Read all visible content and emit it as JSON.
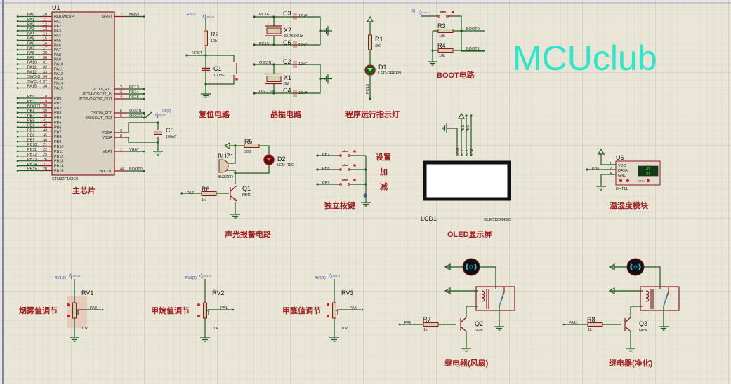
{
  "watermark": "MCUclub",
  "colors": {
    "wire": "#1f5a1f",
    "pin": "#8b1a1a",
    "title": "#a01e1e",
    "watermark": "#19e6c8",
    "grid_bg": "#e9e6d8"
  },
  "u1": {
    "ref": "U1",
    "part": "STM32F103C8",
    "title": "主芯片",
    "left_pins": [
      [
        "PA0",
        "10",
        "PA0-WKUP"
      ],
      [
        "PA1",
        "11",
        "PA1"
      ],
      [
        "PA2",
        "12",
        "PA2"
      ],
      [
        "PA3",
        "13",
        "PA3"
      ],
      [
        "PA4",
        "14",
        "PA4"
      ],
      [
        "PA5",
        "15",
        "PA5"
      ],
      [
        "PA6",
        "16",
        "PA6"
      ],
      [
        "PA7",
        "17",
        "PA7"
      ],
      [
        "PA8",
        "29",
        "PA8"
      ],
      [
        "PA9",
        "30",
        "PA9"
      ],
      [
        "PA10",
        "31",
        "PA10"
      ],
      [
        "PA11",
        "32",
        "PA11"
      ],
      [
        "PA12",
        "33",
        "PA12"
      ],
      [
        "SWDIO",
        "34",
        "PA13"
      ],
      [
        "SWCLK",
        "37",
        "PA14"
      ],
      [
        "PA15",
        "38",
        "PA15"
      ]
    ],
    "left_pins_b": [
      [
        "PB0",
        "18",
        "PB0"
      ],
      [
        "PB1",
        "19",
        "PB1"
      ],
      [
        "BOOT1",
        "20",
        "PB2"
      ],
      [
        "PB3",
        "39",
        "PB3"
      ],
      [
        "PB4",
        "40",
        "PB4"
      ],
      [
        "PB5",
        "41",
        "PB5"
      ],
      [
        "PB6",
        "42",
        "PB6"
      ],
      [
        "PB7",
        "43",
        "PB7"
      ],
      [
        "PB8",
        "45",
        "PB8"
      ],
      [
        "PB9",
        "46",
        "PB9"
      ],
      [
        "PB10",
        "21",
        "PB10"
      ],
      [
        "PB11",
        "22",
        "PB11"
      ],
      [
        "PB12",
        "25",
        "PB12"
      ],
      [
        "PB13",
        "26",
        "PB13"
      ],
      [
        "PB14",
        "27",
        "PB14"
      ],
      [
        "PB15",
        "28",
        "PB15"
      ]
    ],
    "right_pins": [
      [
        "NRST",
        "7",
        "NRST"
      ],
      [
        "PC13",
        "2",
        "PC13_RTC"
      ],
      [
        "PC14",
        "3",
        "PC14-OSC32_IN"
      ],
      [
        "PC15",
        "4",
        "PC15-OSC32_OUT"
      ],
      [
        "OSCIN",
        "5",
        "OSCIN_PD0"
      ],
      [
        "OSCOUT",
        "6",
        "OSCOUT_PD1"
      ],
      [
        "",
        "9",
        "VDDA"
      ],
      [
        "",
        "8",
        "VSSA"
      ],
      [
        "VBAT",
        "1",
        "VBAT"
      ],
      [
        "BOOT0",
        "44",
        "BOOT0"
      ]
    ],
    "c5": {
      "ref": "C5",
      "value": "100nF",
      "probe": "C5(2)"
    }
  },
  "reset": {
    "title": "复位电路",
    "probe": "R2(2)",
    "r2": "R2",
    "r2_val": "10k",
    "net": "NRST",
    "c1": "C1",
    "c1_val": "100nF"
  },
  "crystal": {
    "title": "晶振电路",
    "pc14": "PC14",
    "pc15": "PC15",
    "oscin": "OSCIN",
    "oscout": "OSCOUT",
    "c3": "C3",
    "c6": "C6",
    "c2": "C2",
    "c4": "C4",
    "cap_val": "12pF",
    "x2": "X2",
    "x2_val": "32.768KHz",
    "x1": "X1",
    "x1_val": "8M"
  },
  "led": {
    "title": "程序运行指示灯",
    "r1": "R1",
    "r1_val": "300",
    "d1": "D1",
    "d1_val": "LED-GREEN",
    "net": "PC13"
  },
  "boot": {
    "title": "BOOT电路",
    "probe": "(1)",
    "r3": "R3",
    "r3_val": "10k",
    "r4": "R4",
    "r4_val": "10k",
    "boot0": "BOOT0",
    "boot1": "BOOT1"
  },
  "oled": {
    "title": "OLED显示屏",
    "ref": "LCD1",
    "part": "OLED12864I2C",
    "pins": [
      "GND",
      "VCC",
      "SCL",
      "SDA"
    ],
    "nets": [
      "PB1",
      "PB0"
    ]
  },
  "dht": {
    "title": "温湿度模块",
    "ref": "U6",
    "part": "DHT11",
    "net": "PB6",
    "pins": [
      [
        "1",
        "VDD"
      ],
      [
        "2",
        "DATA"
      ],
      [
        "4",
        "GND"
      ]
    ],
    "humidity": "41",
    "temperature": "27",
    "unit": "%RH"
  },
  "alarm": {
    "title": "声光报警电路",
    "r5": "R5",
    "r5_val": "300",
    "buz": "BUZ1",
    "buz_val": "BUZZER",
    "d2": "D2",
    "d2_val": "LED-RED",
    "q1": "Q1",
    "q1_val": "NPN",
    "r6": "R6",
    "r6_val": "1k",
    "net": "PA7"
  },
  "keys": {
    "title": "独立按键",
    "nets": [
      "PB7",
      "PB8",
      "PB9"
    ],
    "labels": [
      "设置",
      "加",
      "减"
    ]
  },
  "pots": [
    {
      "probe": "RV1(2)",
      "ref": "RV1",
      "net": "PA0",
      "value": "10k",
      "title": "烟雾值调节"
    },
    {
      "probe": "RV2(2)",
      "ref": "RV2",
      "net": "PA1",
      "value": "10k",
      "title": "甲烷值调节"
    },
    {
      "probe": "RV3(2)",
      "ref": "RV3",
      "net": "PA4",
      "value": "10k",
      "title": "甲醛值调节"
    }
  ],
  "relays": [
    {
      "net": "PA8",
      "r": "R7",
      "r_val": "1k",
      "q": "Q2",
      "q_val": "NPN",
      "title": "继电器(风扇)"
    },
    {
      "net": "PA11",
      "r": "R8",
      "r_val": "1k",
      "q": "Q3",
      "q_val": "NPN",
      "title": "继电器(净化)"
    }
  ]
}
